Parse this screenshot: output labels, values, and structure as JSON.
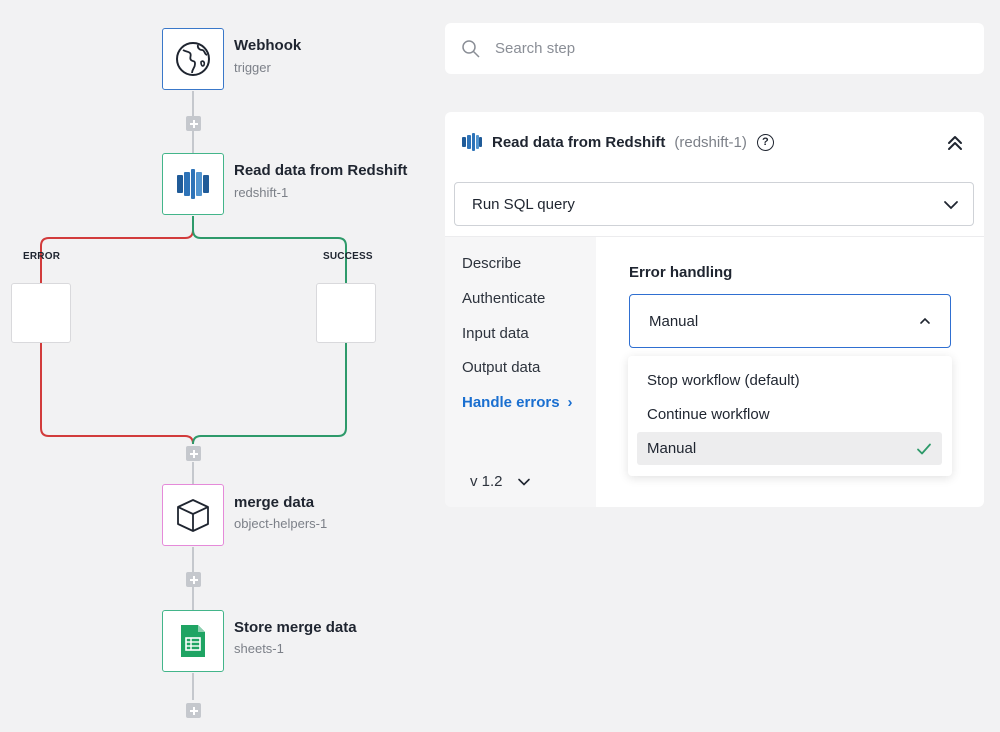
{
  "workflow": {
    "nodes": [
      {
        "title": "Webhook",
        "subtitle": "trigger",
        "icon": "globe-icon"
      },
      {
        "title": "Read data from Redshift",
        "subtitle": "redshift-1",
        "icon": "redshift-icon"
      },
      {
        "title": "merge data",
        "subtitle": "object-helpers-1",
        "icon": "cube-icon"
      },
      {
        "title": "Store merge data",
        "subtitle": "sheets-1",
        "icon": "sheets-icon"
      }
    ],
    "branches": {
      "error": "ERROR",
      "success": "SUCCESS"
    },
    "colors": {
      "error_branch": "#d23b3b",
      "success_branch": "#2e9a6a",
      "connector": "#c5c8cd"
    }
  },
  "search": {
    "placeholder": "Search step"
  },
  "panel": {
    "title": "Read data from Redshift",
    "ref": "(redshift-1)",
    "help": "?",
    "operation": "Run SQL query",
    "nav": [
      "Describe",
      "Authenticate",
      "Input data",
      "Output data",
      "Handle errors"
    ],
    "active_nav": "Handle errors",
    "version": "v 1.2",
    "error_handling": {
      "label": "Error handling",
      "value": "Manual",
      "options": [
        "Stop workflow (default)",
        "Continue workflow",
        "Manual"
      ],
      "selected": "Manual"
    }
  },
  "colors": {
    "accent": "#2f6fd1",
    "link": "#1a6fd0",
    "check": "#2e9a6a"
  }
}
